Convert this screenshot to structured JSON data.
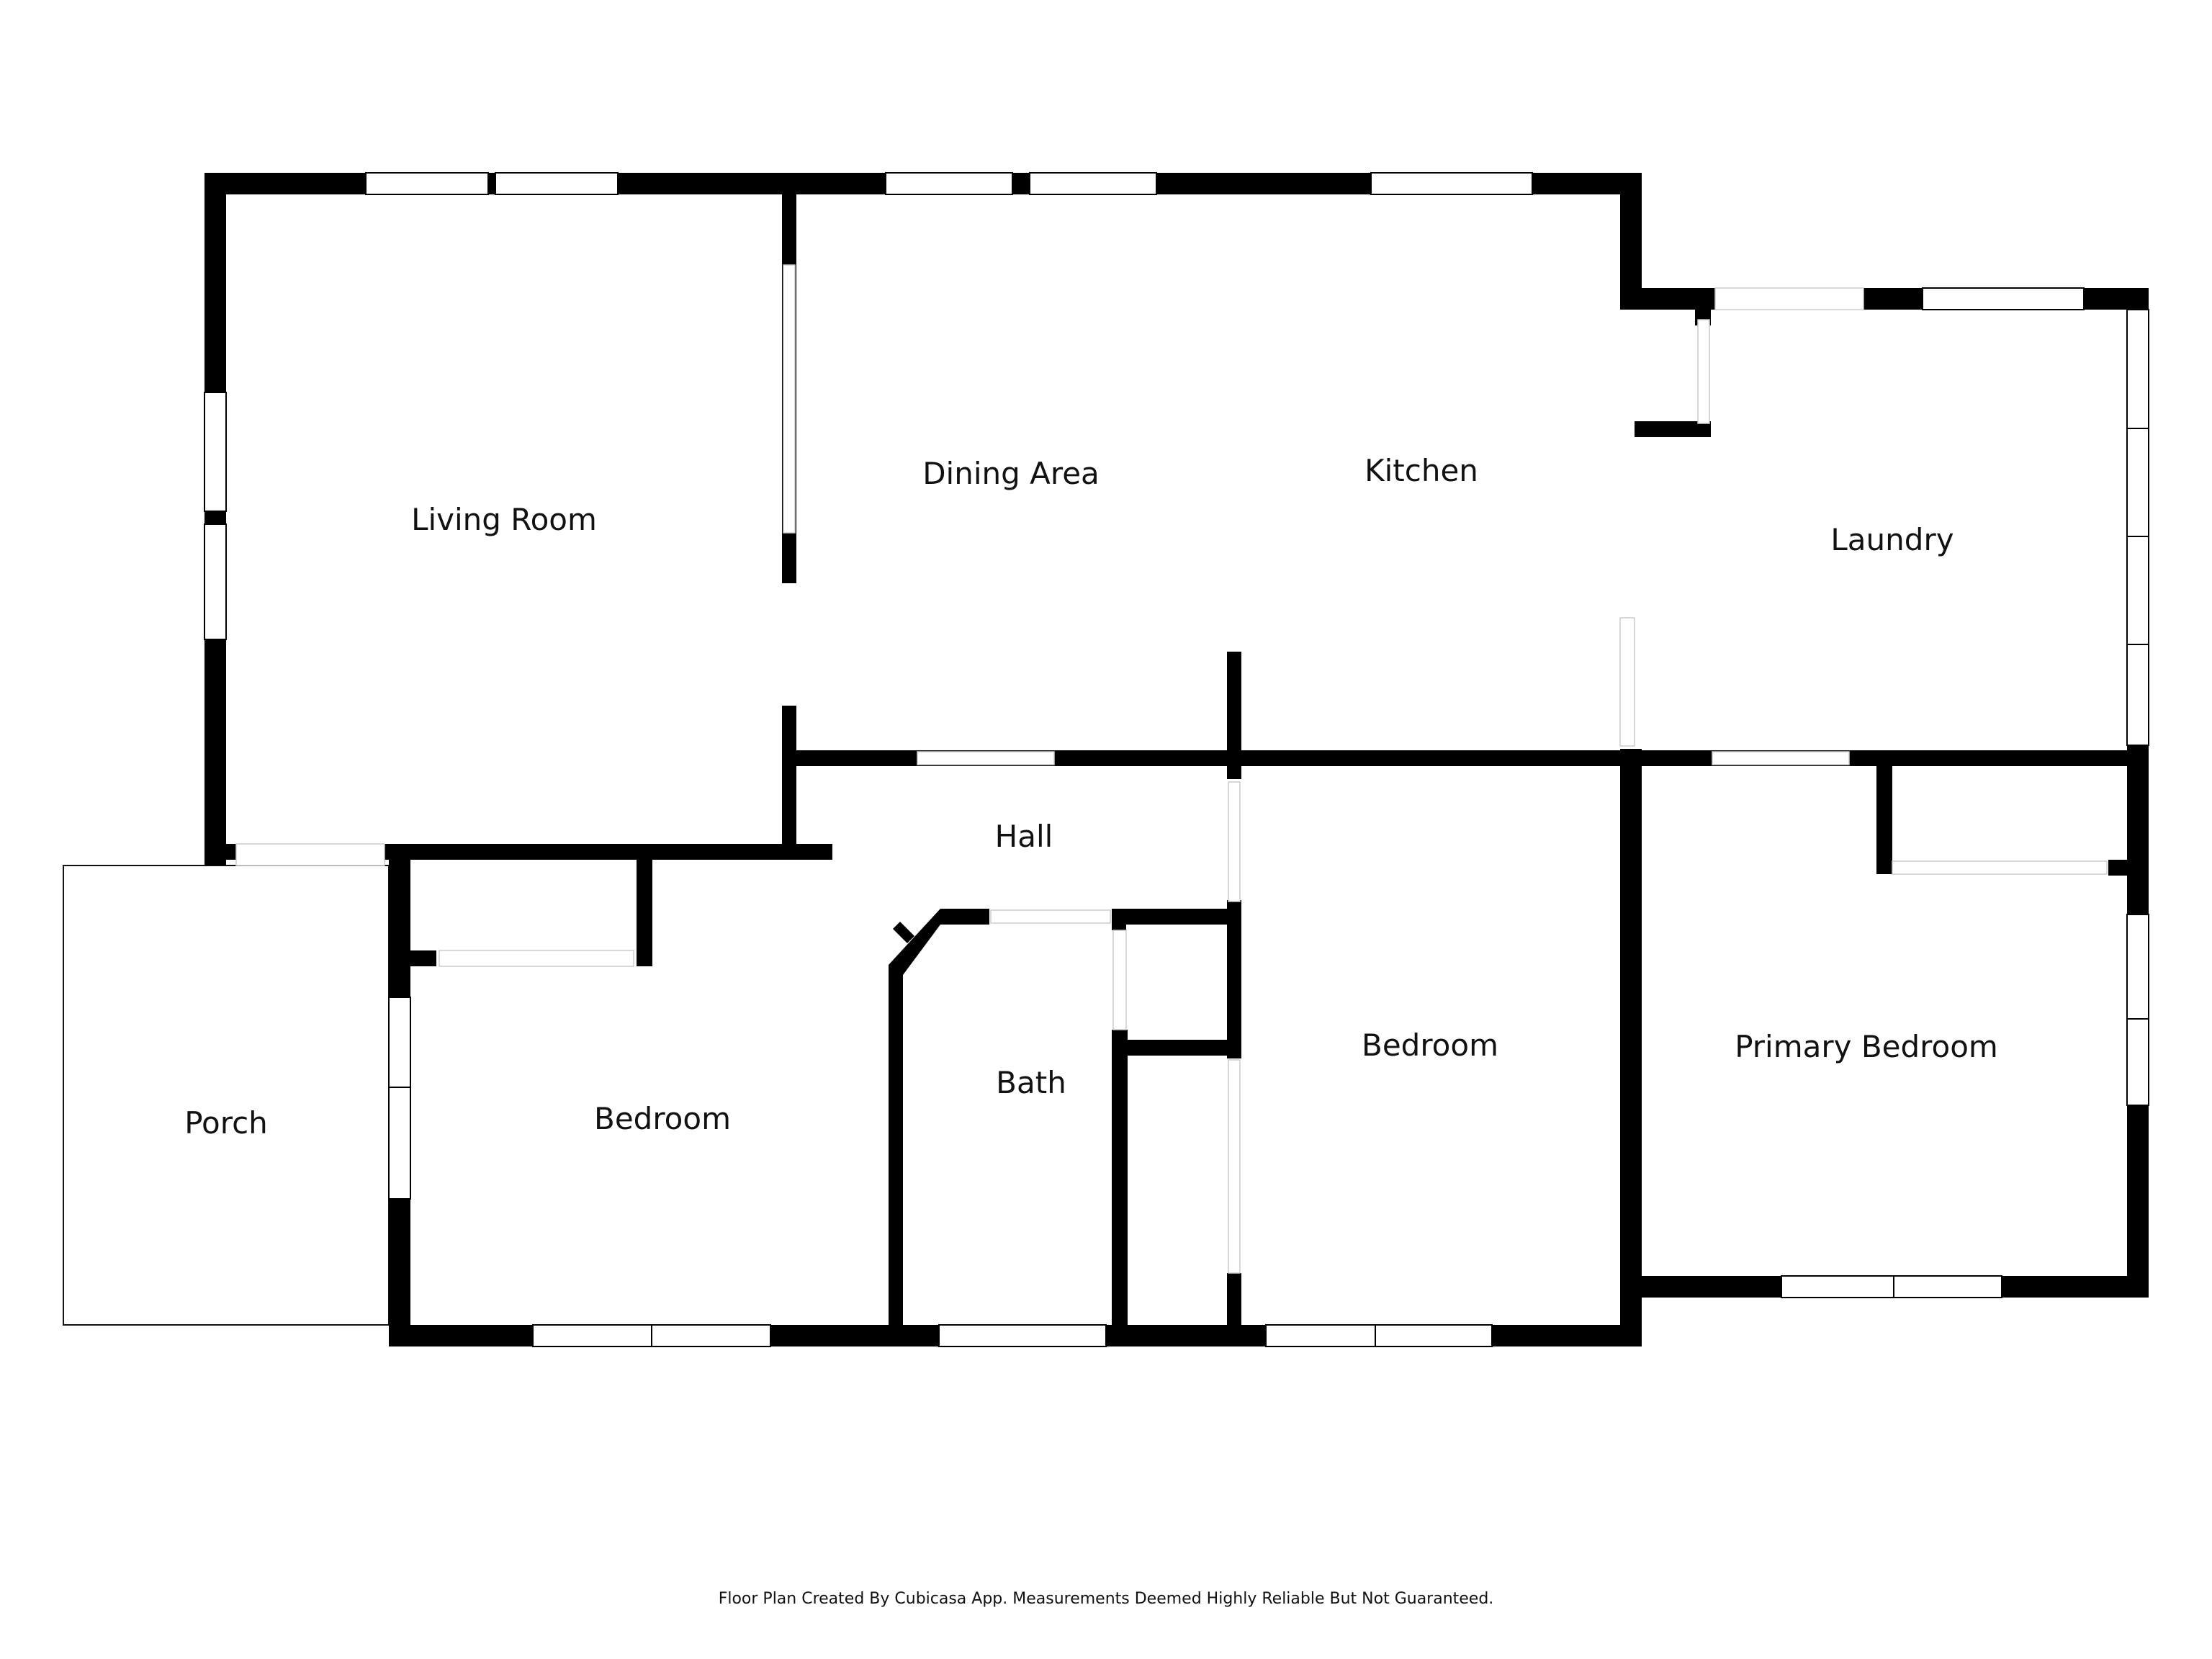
{
  "rooms": {
    "living_room": "Living Room",
    "dining_area": "Dining Area",
    "kitchen": "Kitchen",
    "laundry": "Laundry",
    "hall": "Hall",
    "porch": "Porch",
    "bedroom_left": "Bedroom",
    "bath": "Bath",
    "bedroom_center": "Bedroom",
    "primary_bedroom": "Primary Bedroom"
  },
  "footer": "Floor Plan Created By Cubicasa App. Measurements Deemed Highly Reliable But Not Guaranteed.",
  "colors": {
    "wall": "#000000",
    "background": "#ffffff",
    "text": "#111111"
  }
}
